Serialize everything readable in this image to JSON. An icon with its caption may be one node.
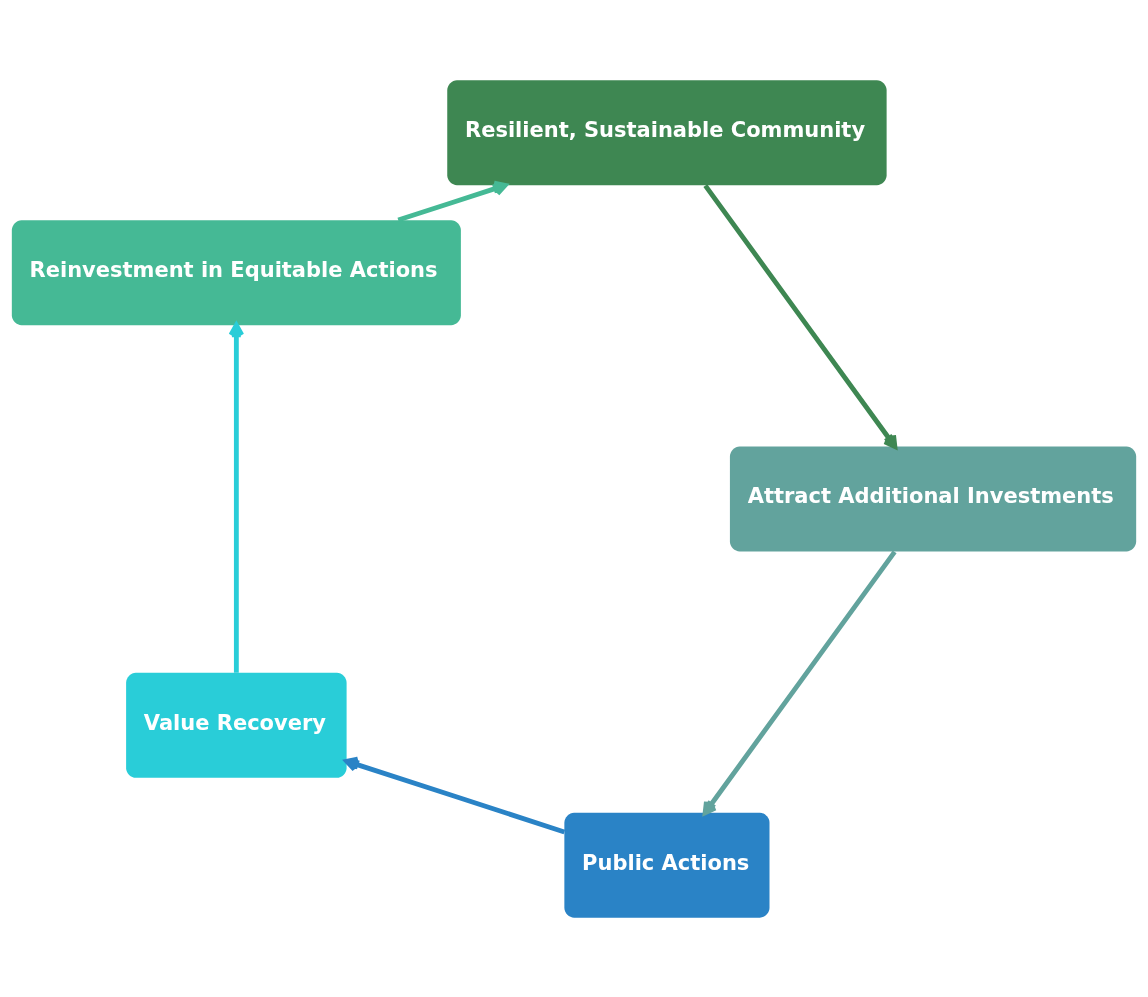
{
  "diagram": {
    "nodes": [
      {
        "text": [
          "Public Actions"
        ]
      },
      {
        "text": [
          "Value Recovery"
        ]
      },
      {
        "text": [
          "Reinvestment in Equitable Actions"
        ]
      },
      {
        "text": [
          "Resilient, Sustainable Community"
        ]
      },
      {
        "text": [
          "Attract Additional Investments"
        ]
      }
    ],
    "edges": [
      {
        "from": 0,
        "to": 1,
        "arrow": "to",
        "color": "#2a83c6"
      },
      {
        "from": 1,
        "to": 2,
        "arrow": "to",
        "color": "#29cdd8"
      },
      {
        "from": 2,
        "to": 3,
        "arrow": "to",
        "color": "#45b995"
      },
      {
        "from": 3,
        "to": 4,
        "arrow": "to",
        "color": "#3e8752"
      },
      {
        "from": 4,
        "to": 0,
        "arrow": "to",
        "color": "#62a39d"
      }
    ]
  }
}
